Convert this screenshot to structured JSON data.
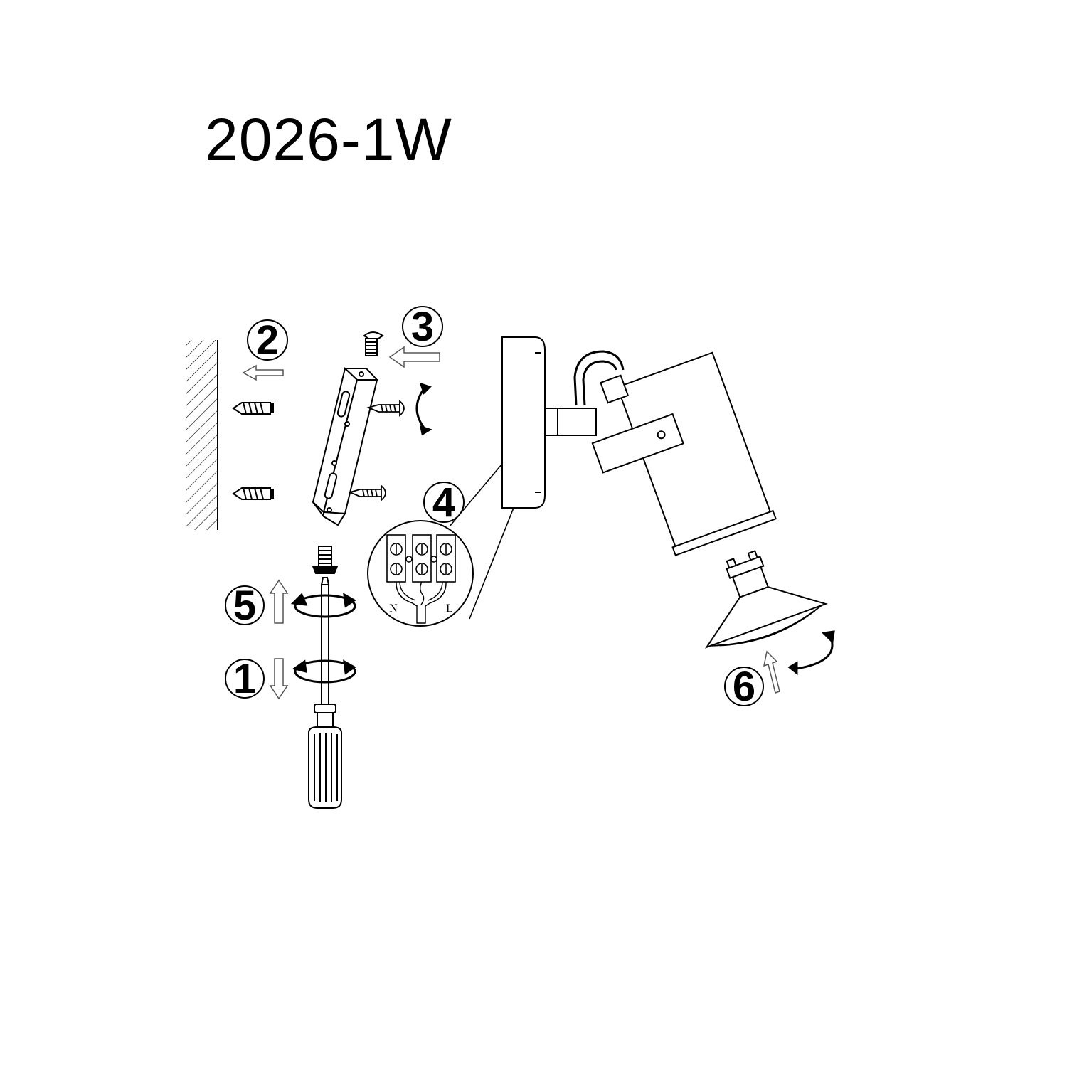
{
  "title": "2026-1W",
  "steps": [
    {
      "number": "1",
      "icon": "down-arrow-icon"
    },
    {
      "number": "2",
      "icon": "left-arrow-icon"
    },
    {
      "number": "3",
      "icon": "left-arrow-icon"
    },
    {
      "number": "4",
      "icon": "wiring-callout"
    },
    {
      "number": "5",
      "icon": "up-arrow-icon"
    },
    {
      "number": "6",
      "icon": "up-arrow-icon"
    }
  ],
  "wiring": {
    "neutral_label": "N",
    "live_label": "L"
  },
  "colors": {
    "line": "#000000",
    "background": "#ffffff",
    "arrow_outline": "#555555"
  }
}
